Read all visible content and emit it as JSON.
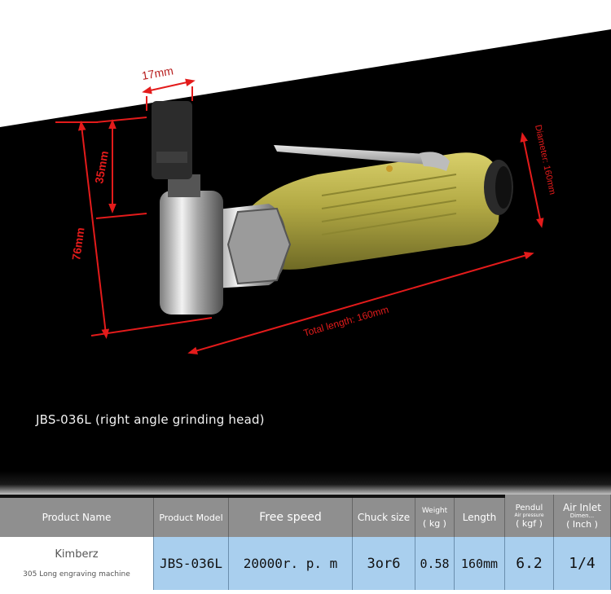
{
  "product": {
    "caption": "JBS-036L (right angle grinding head)"
  },
  "dimensions": {
    "head_width": "17mm",
    "head_height": "35mm",
    "total_height": "76mm",
    "total_length": "Total length: 160mm",
    "diameter": "Diameter: 160mm"
  },
  "colors": {
    "dimension_red": "#e31b1b",
    "body_yellow": "#b8b04a",
    "header_gray": "#8f8f8f",
    "value_blue": "#a9cfee"
  },
  "spec_table": {
    "headers": {
      "product_name": "Product Name",
      "product_model": "Product Model",
      "free_speed": "Free speed",
      "chuck_size": "Chuck size",
      "weight": "Weight",
      "weight_unit": "( kg )",
      "length": "Length",
      "pendul": "Pendul",
      "air_pressure": "Air pressure",
      "kgf": "( kgf )",
      "air_inlet": "Air Inlet",
      "dimension": "Dimen...",
      "inch": "( Inch )"
    },
    "values": {
      "name": "Kimberz",
      "name_sub": "305 Long engraving machine",
      "model": "JBS-036L",
      "speed": "20000r. p. m",
      "chuck": "3or6",
      "weight": "0.58",
      "length": "160mm",
      "pressure": "6.2",
      "inlet": "1/4"
    }
  }
}
